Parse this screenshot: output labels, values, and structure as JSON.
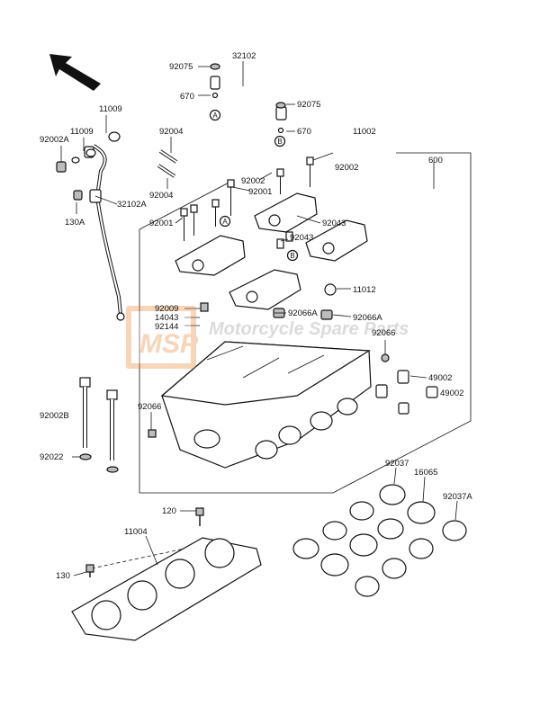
{
  "part_labels": {
    "p92075a": "92075",
    "p32102": "32102",
    "p670a": "670",
    "p92075b": "92075",
    "p670b": "670",
    "p11009a": "11009",
    "p11009b": "11009",
    "p92002A": "92002A",
    "p92004a": "92004",
    "p92004b": "92004",
    "p11002": "11002",
    "p600": "600",
    "p92002a": "92002",
    "p92002b": "92002",
    "p92001a": "92001",
    "p92001b": "92001",
    "p32102A": "32102A",
    "p130A": "130A",
    "p92043a": "92043",
    "p92043b": "92043",
    "p11012": "11012",
    "p92009": "92009",
    "p14043": "14043",
    "p92144": "92144",
    "p92066A_a": "92066A",
    "p92066A_b": "92066A",
    "p92066a": "92066",
    "p49002a": "49002",
    "p49002b": "49002",
    "p92066b": "92066",
    "p92002B": "92002B",
    "p92022": "92022",
    "p92037": "92037",
    "p16065": "16065",
    "p92037A": "92037A",
    "p120": "120",
    "p11004": "11004",
    "p130": "130"
  },
  "reference_marks": {
    "A1": "A",
    "B1": "B",
    "A2": "A",
    "B2": "B"
  },
  "watermark": {
    "logo": "MSP",
    "text": "Motorcycle Spare Parts",
    "color": "#e8893a"
  }
}
